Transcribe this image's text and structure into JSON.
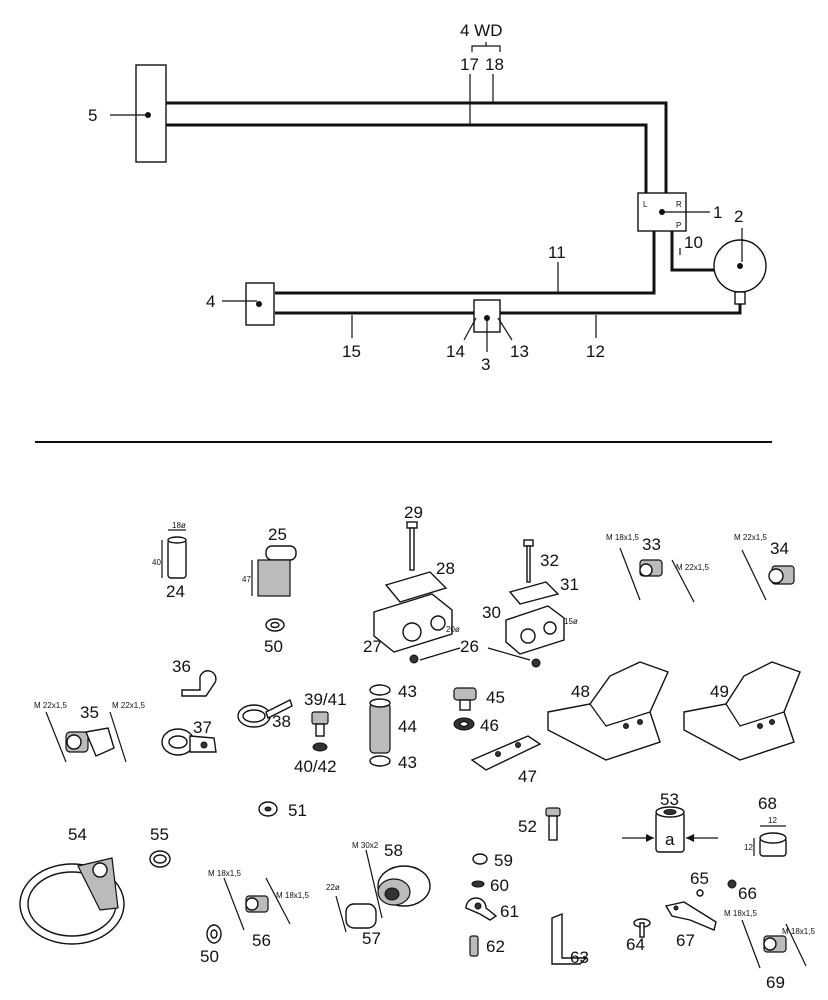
{
  "diagram": {
    "header": "4 WD",
    "labels": {
      "l1": "1",
      "l2": "2",
      "l3": "3",
      "l4": "4",
      "l5": "5",
      "l10": "10",
      "l11": "11",
      "l12": "12",
      "l13": "13",
      "l14": "14",
      "l15": "15",
      "l17": "17",
      "l18": "18",
      "l24": "24",
      "l25": "25",
      "l26": "26",
      "l27": "27",
      "l28": "28",
      "l29": "29",
      "l30": "30",
      "l31": "31",
      "l32": "32",
      "l33": "33",
      "l34": "34",
      "l35": "35",
      "l36": "36",
      "l37": "37",
      "l38": "38",
      "l3941": "39/41",
      "l4042": "40/42",
      "l43a": "43",
      "l43b": "43",
      "l44": "44",
      "l45": "45",
      "l46": "46",
      "l47": "47",
      "l48": "48",
      "l49": "49",
      "l50a": "50",
      "l50b": "50",
      "l51": "51",
      "l52": "52",
      "l53": "53",
      "l54": "54",
      "l55": "55",
      "l56": "56",
      "l57": "57",
      "l58": "58",
      "l59": "59",
      "l60": "60",
      "l61": "61",
      "l62": "62",
      "l63": "63",
      "l64": "64",
      "l65": "65",
      "l66": "66",
      "l67": "67",
      "l68": "68",
      "l69": "69"
    },
    "dims": {
      "d24w": "18ø",
      "d24h": "40",
      "d25": "47",
      "d27": "20ø",
      "d30": "15ø",
      "d33a": "M 18x1,5",
      "d33b": "M 22x1,5",
      "d34": "M 22x1,5",
      "d35a": "M 22x1,5",
      "d35b": "M 22x1,5",
      "d56a": "M 18x1,5",
      "d56b": "M 18x1,5",
      "d57": "22ø",
      "d58": "M 30x2",
      "d68w": "12",
      "d68h": "12",
      "d69a": "M 18x1,5",
      "d69b": "M 18x1,5",
      "d53": "a",
      "valveR": "R",
      "valveL": "L",
      "valveP": "P"
    }
  }
}
